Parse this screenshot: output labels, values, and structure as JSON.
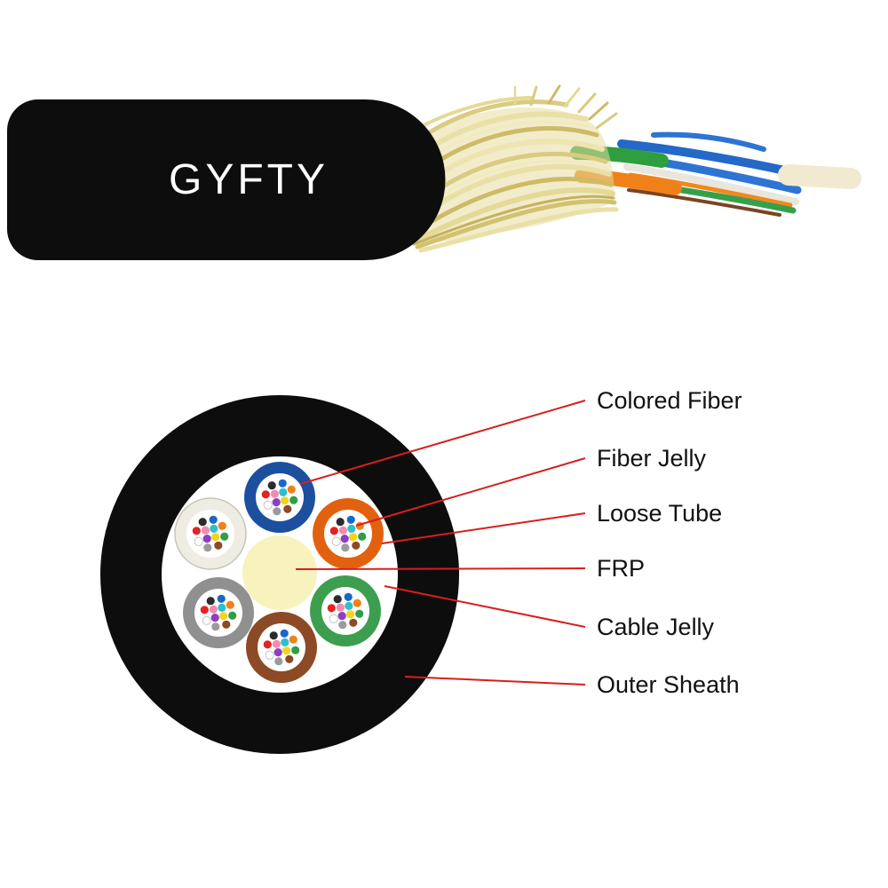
{
  "cable": {
    "label": "GYFTY"
  },
  "diagram": {
    "callouts": [
      {
        "label": "Colored Fiber"
      },
      {
        "label": "Fiber Jelly"
      },
      {
        "label": "Loose Tube"
      },
      {
        "label": "FRP"
      },
      {
        "label": "Cable Jelly"
      },
      {
        "label": "Outer Sheath"
      }
    ],
    "fiber_colors": [
      "#1b66c9",
      "#f0811c",
      "#2f9e46",
      "#8c4a26",
      "#9b9b9b",
      "#ffffff",
      "#e32222",
      "#2b2b2b",
      "#f2d51a",
      "#8d3fc0",
      "#f18bb0",
      "#2ec0c9"
    ]
  },
  "colors": {
    "callout_line": "#d81e1e",
    "label_text": "#111111",
    "outer_sheath": "#0d0d0d",
    "inner_cavity": "#ffffff",
    "frp_core": "#f8f2bd",
    "tube_blue": "#1d4f9f",
    "tube_orange": "#e2610f",
    "tube_white": "#efece4",
    "tube_gray": "#909090",
    "tube_green": "#3d9e50",
    "tube_brown": "#8c4a26",
    "aramid_yarn": "#e7dda0",
    "cable_body": "#0d0d0d",
    "cable_text": "#ffffff",
    "frp_rod": "#f1ead0"
  }
}
